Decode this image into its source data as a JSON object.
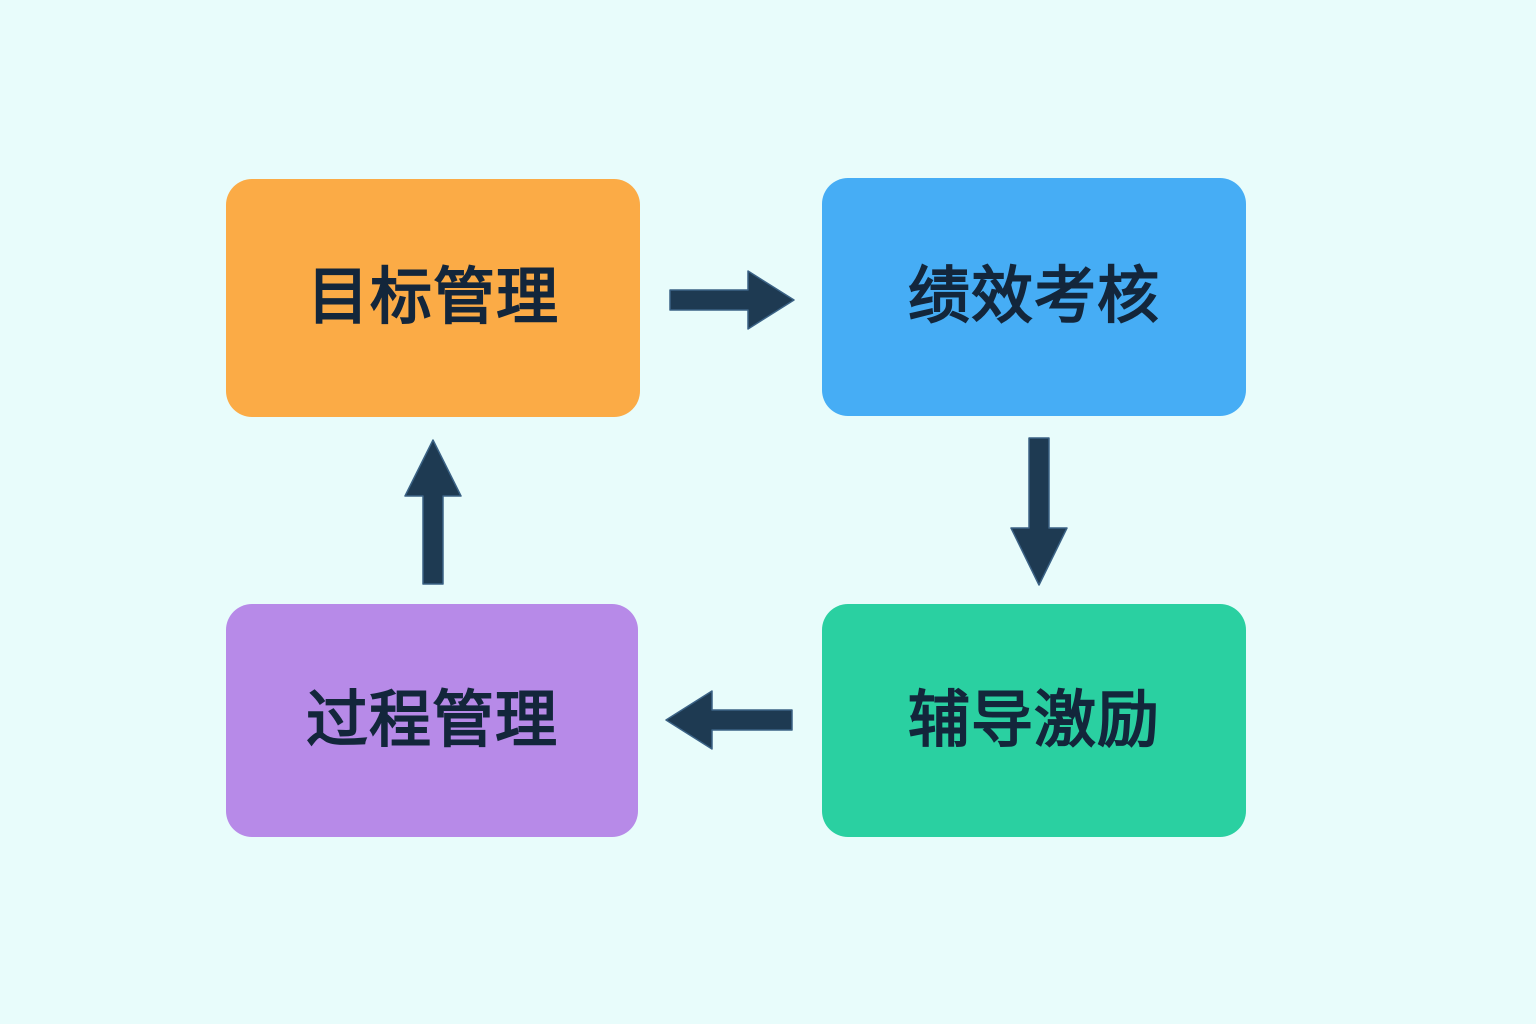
{
  "diagram": {
    "type": "cycle-flowchart",
    "background_color": "#e8fcfb",
    "arrow_color": "#1e3a52",
    "label_color": "#13263b",
    "nodes": [
      {
        "id": "goal",
        "label": "目标管理",
        "color": "#fbab46",
        "position": "top-left"
      },
      {
        "id": "appraisal",
        "label": "绩效考核",
        "color": "#46adf5",
        "position": "top-right"
      },
      {
        "id": "coaching",
        "label": "辅导激励",
        "color": "#2ad0a1",
        "position": "bottom-right"
      },
      {
        "id": "process",
        "label": "过程管理",
        "color": "#b78ae8",
        "position": "bottom-left"
      }
    ],
    "arrows": [
      {
        "id": "goal-to-appraisal",
        "from": "goal",
        "to": "appraisal",
        "direction": "right",
        "icon": "arrow-right-icon"
      },
      {
        "id": "appraisal-to-coaching",
        "from": "appraisal",
        "to": "coaching",
        "direction": "down",
        "icon": "arrow-down-icon"
      },
      {
        "id": "coaching-to-process",
        "from": "coaching",
        "to": "process",
        "direction": "left",
        "icon": "arrow-left-icon"
      },
      {
        "id": "process-to-goal",
        "from": "process",
        "to": "goal",
        "direction": "up",
        "icon": "arrow-up-icon"
      }
    ]
  }
}
